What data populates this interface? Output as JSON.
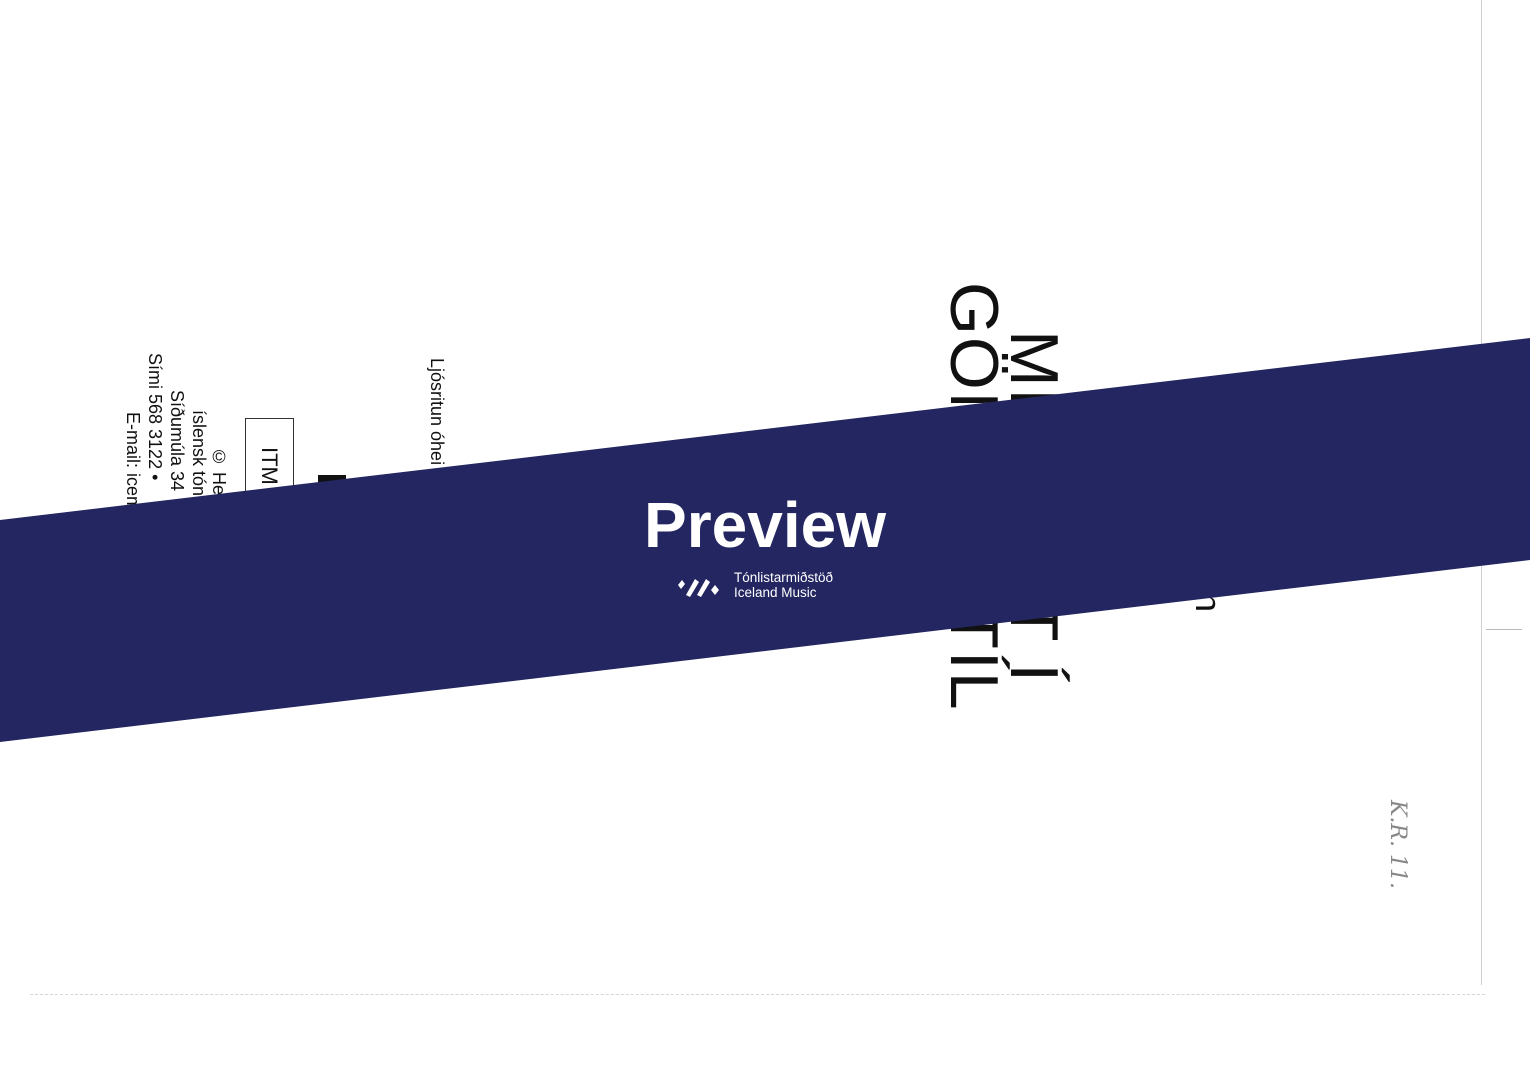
{
  "document": {
    "title_line_1_start": "ME",
    "title_line_1_end": "T Í",
    "title_line_2_start": "GÖN",
    "title_line_2_end": "STÍL",
    "author_fragment": "n",
    "copy_notice": "Ljósritun óhei",
    "itm_label": "ITM",
    "copyright": "© Hel",
    "publisher": "íslensk  tón",
    "address": "Síðumúla 34",
    "phone": "Sími  568 3122  •",
    "email": "E-mail: icem",
    "handwritten_note": "K.R. 11."
  },
  "watermark": {
    "label": "Preview",
    "brand_name": "Tónlistarmiðstöð",
    "brand_subtitle": "Iceland Music",
    "color": "#232660"
  }
}
